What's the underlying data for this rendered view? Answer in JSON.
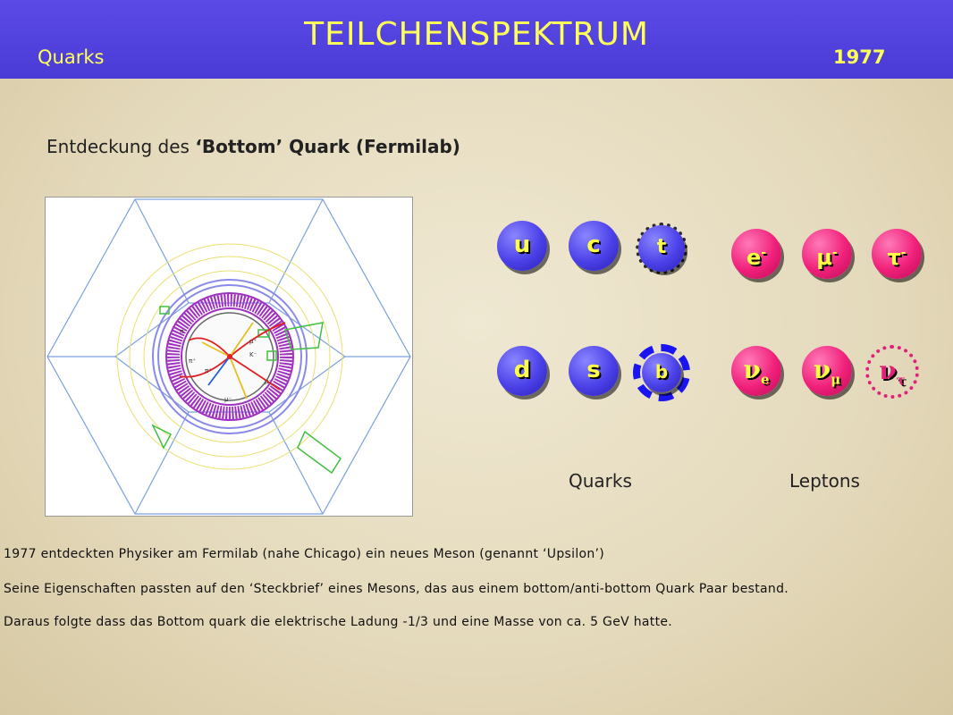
{
  "header": {
    "title": "TEILCHENSPEKTRUM",
    "subtitle": "Quarks",
    "year": "1977"
  },
  "heading": {
    "prefix": "Entdeckung des ",
    "bold": "‘Bottom’ Quark (Fermilab)"
  },
  "quarks": {
    "row1": [
      "u",
      "c",
      "t"
    ],
    "row2": [
      "d",
      "s",
      "b"
    ],
    "label": "Quarks"
  },
  "leptons": {
    "row1": [
      "e",
      "μ",
      "τ"
    ],
    "charge": "-",
    "neutrino_symbol": "ν",
    "row2_sub": [
      "e",
      "μ",
      "τ"
    ],
    "label": "Leptons"
  },
  "colors": {
    "header_bg": "#4a3ad6",
    "header_text": "#ffff5a",
    "quark": "#4a40e8",
    "lepton": "#f0207a",
    "particle_text": "#ffff44"
  },
  "detector": {
    "particle_labels": [
      "π⁻",
      "π⁺",
      "μ⁺",
      "μ⁻",
      "K⁻",
      "π⁺",
      "μ⁻"
    ]
  },
  "paragraphs": [
    "1977 entdeckten Physiker am Fermilab (nahe Chicago) ein neues Meson (genannt ‘Upsilon’)",
    "Seine Eigenschaften passten auf den ‘Steckbrief’ eines Mesons, das aus einem bottom/anti-bottom Quark Paar bestand.",
    "Daraus folgte dass das Bottom quark die elektrische Ladung -1/3 und eine Masse von ca. 5 GeV hatte."
  ]
}
